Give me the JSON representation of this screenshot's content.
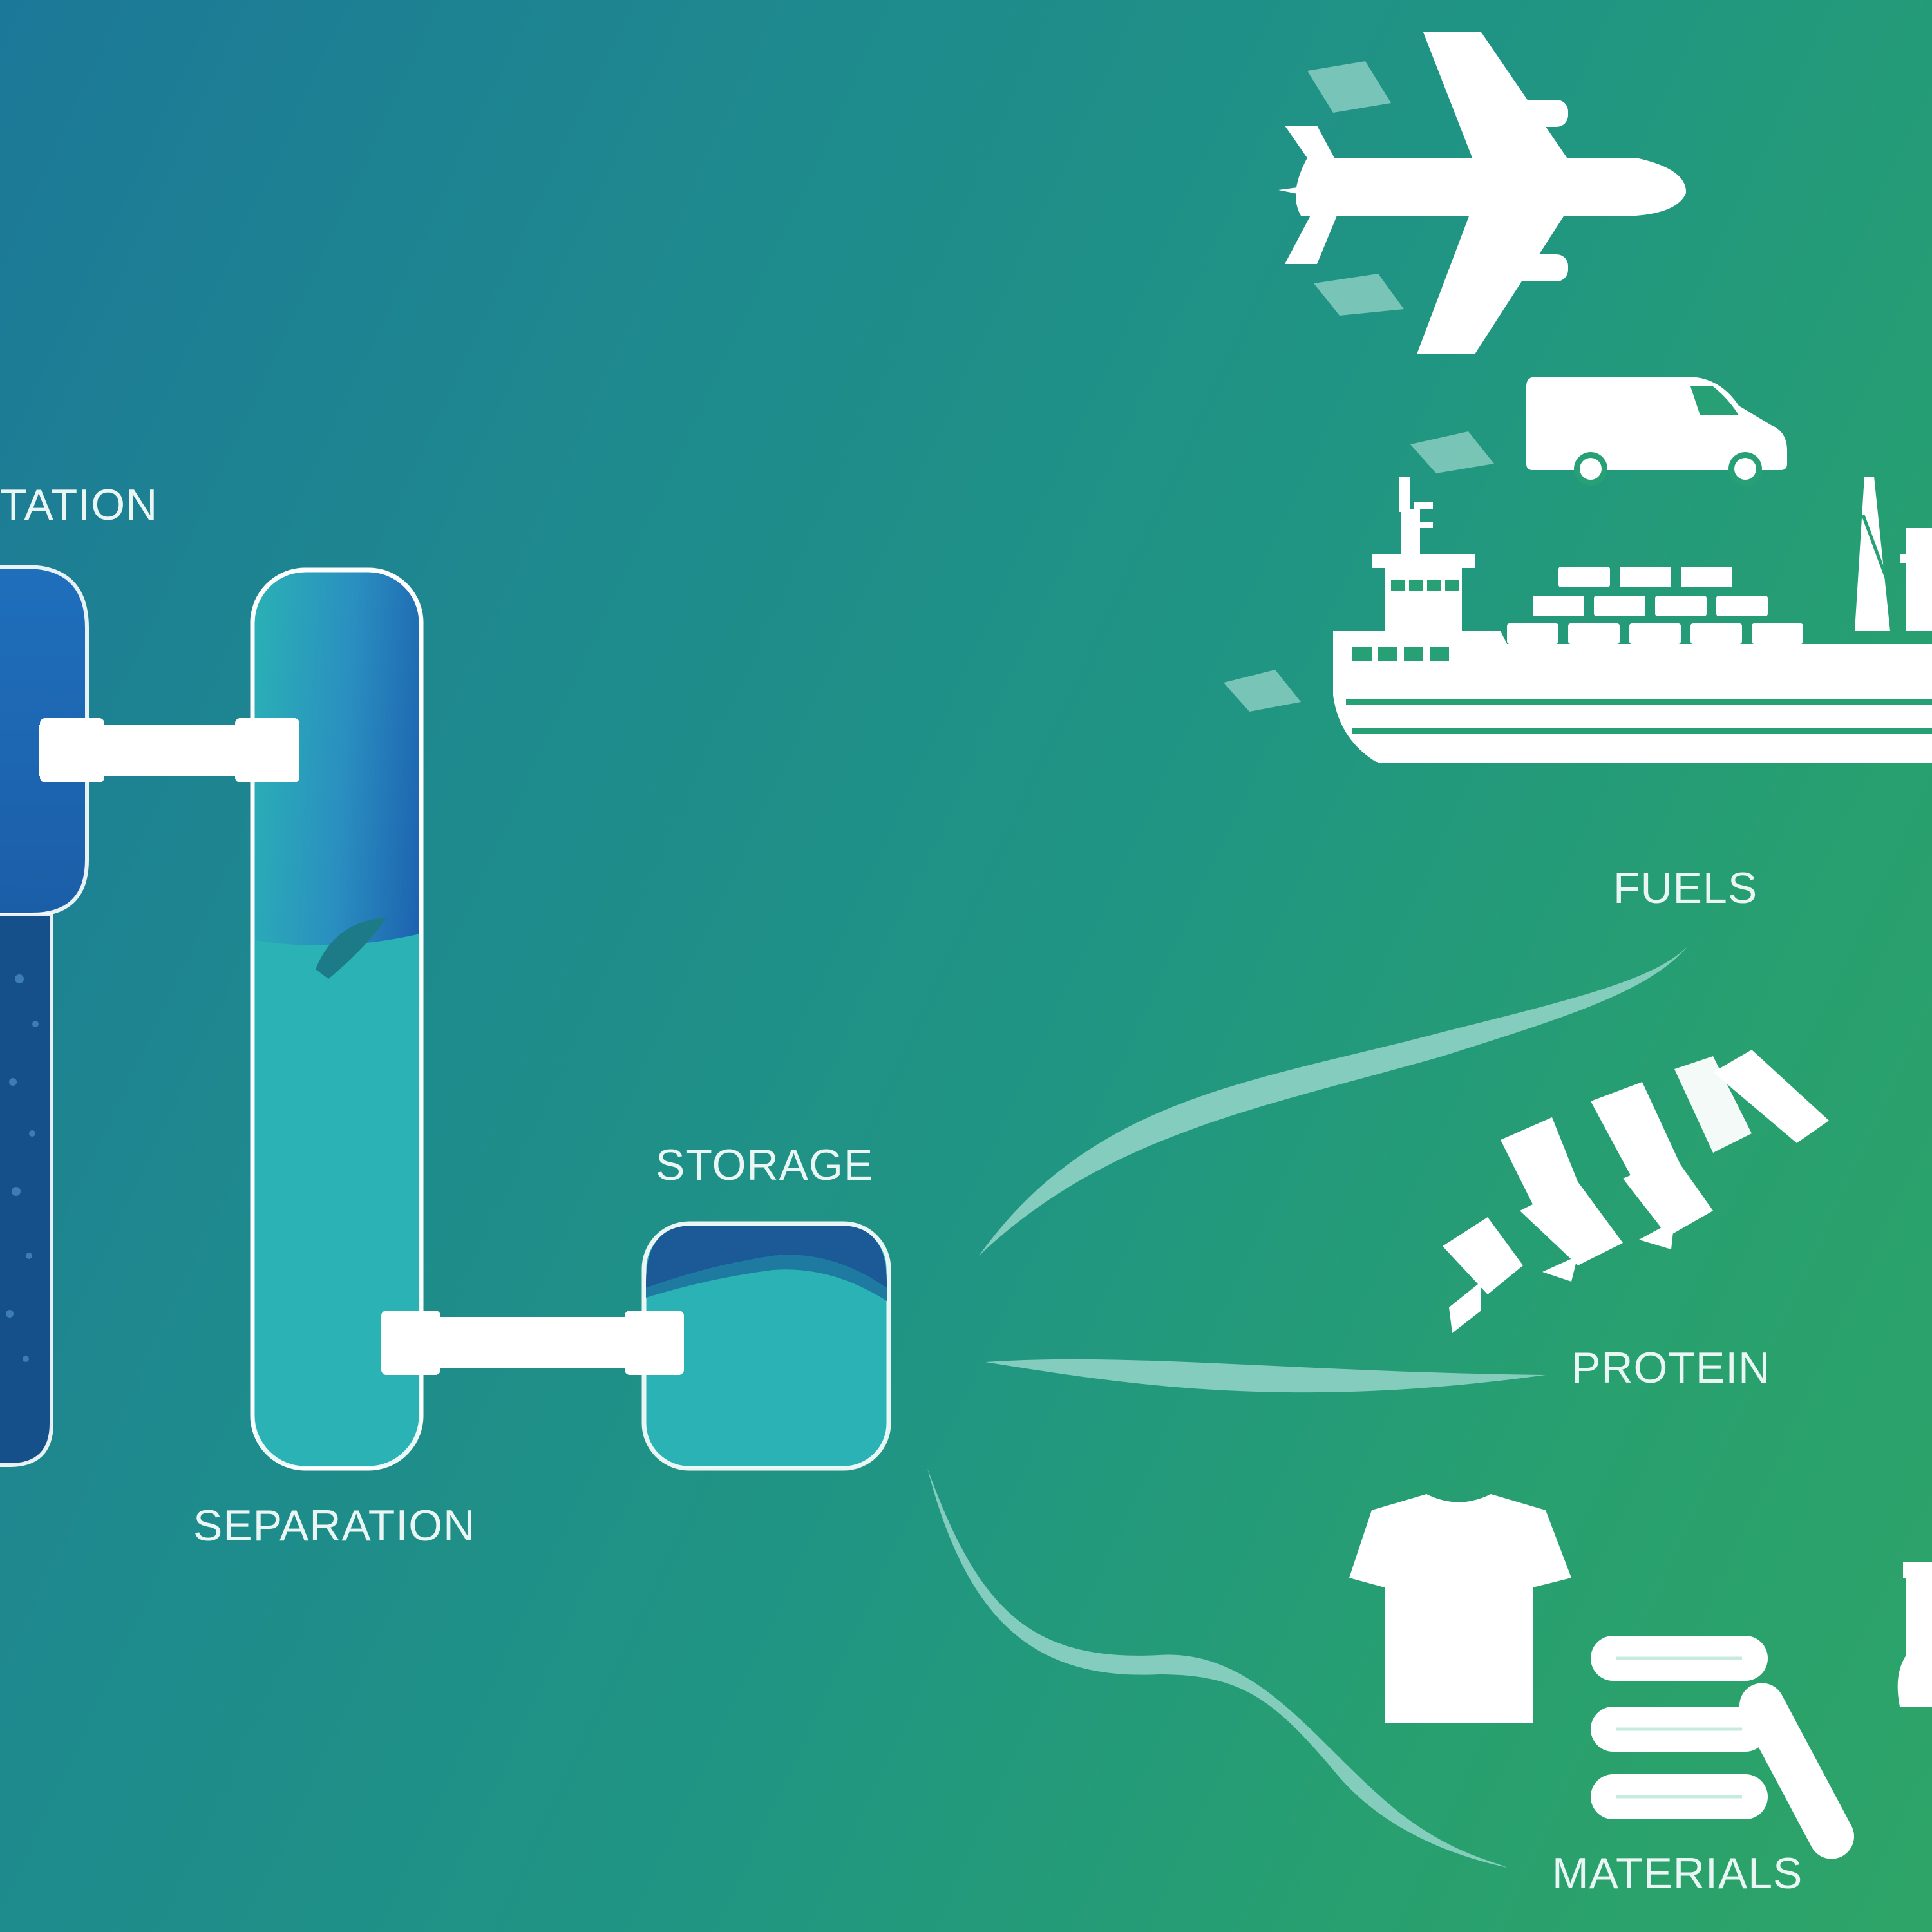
{
  "labels": {
    "fermentation": "TATION",
    "separation": "SEPARATION",
    "storage": "STORAGE",
    "fuels": "FUELS",
    "protein": "PROTEIN",
    "materials": "MATERIALS"
  },
  "icons": {
    "airplane": "airplane-icon",
    "van": "van-icon",
    "ship": "cargo-ship-icon",
    "protein": "protein-strand-icon",
    "tshirt": "tshirt-icon",
    "fiber_spools": "fiber-spools-icon",
    "spray_bottle": "spray-bottle-icon"
  },
  "colors": {
    "background_start": "#1c7898",
    "background_end": "#2ea468",
    "tank_blue": "#1d63b0",
    "tank_dark": "#15508a",
    "liquid_teal": "#2ab2b5",
    "stream": "#8fd1c4",
    "white": "#ffffff"
  }
}
